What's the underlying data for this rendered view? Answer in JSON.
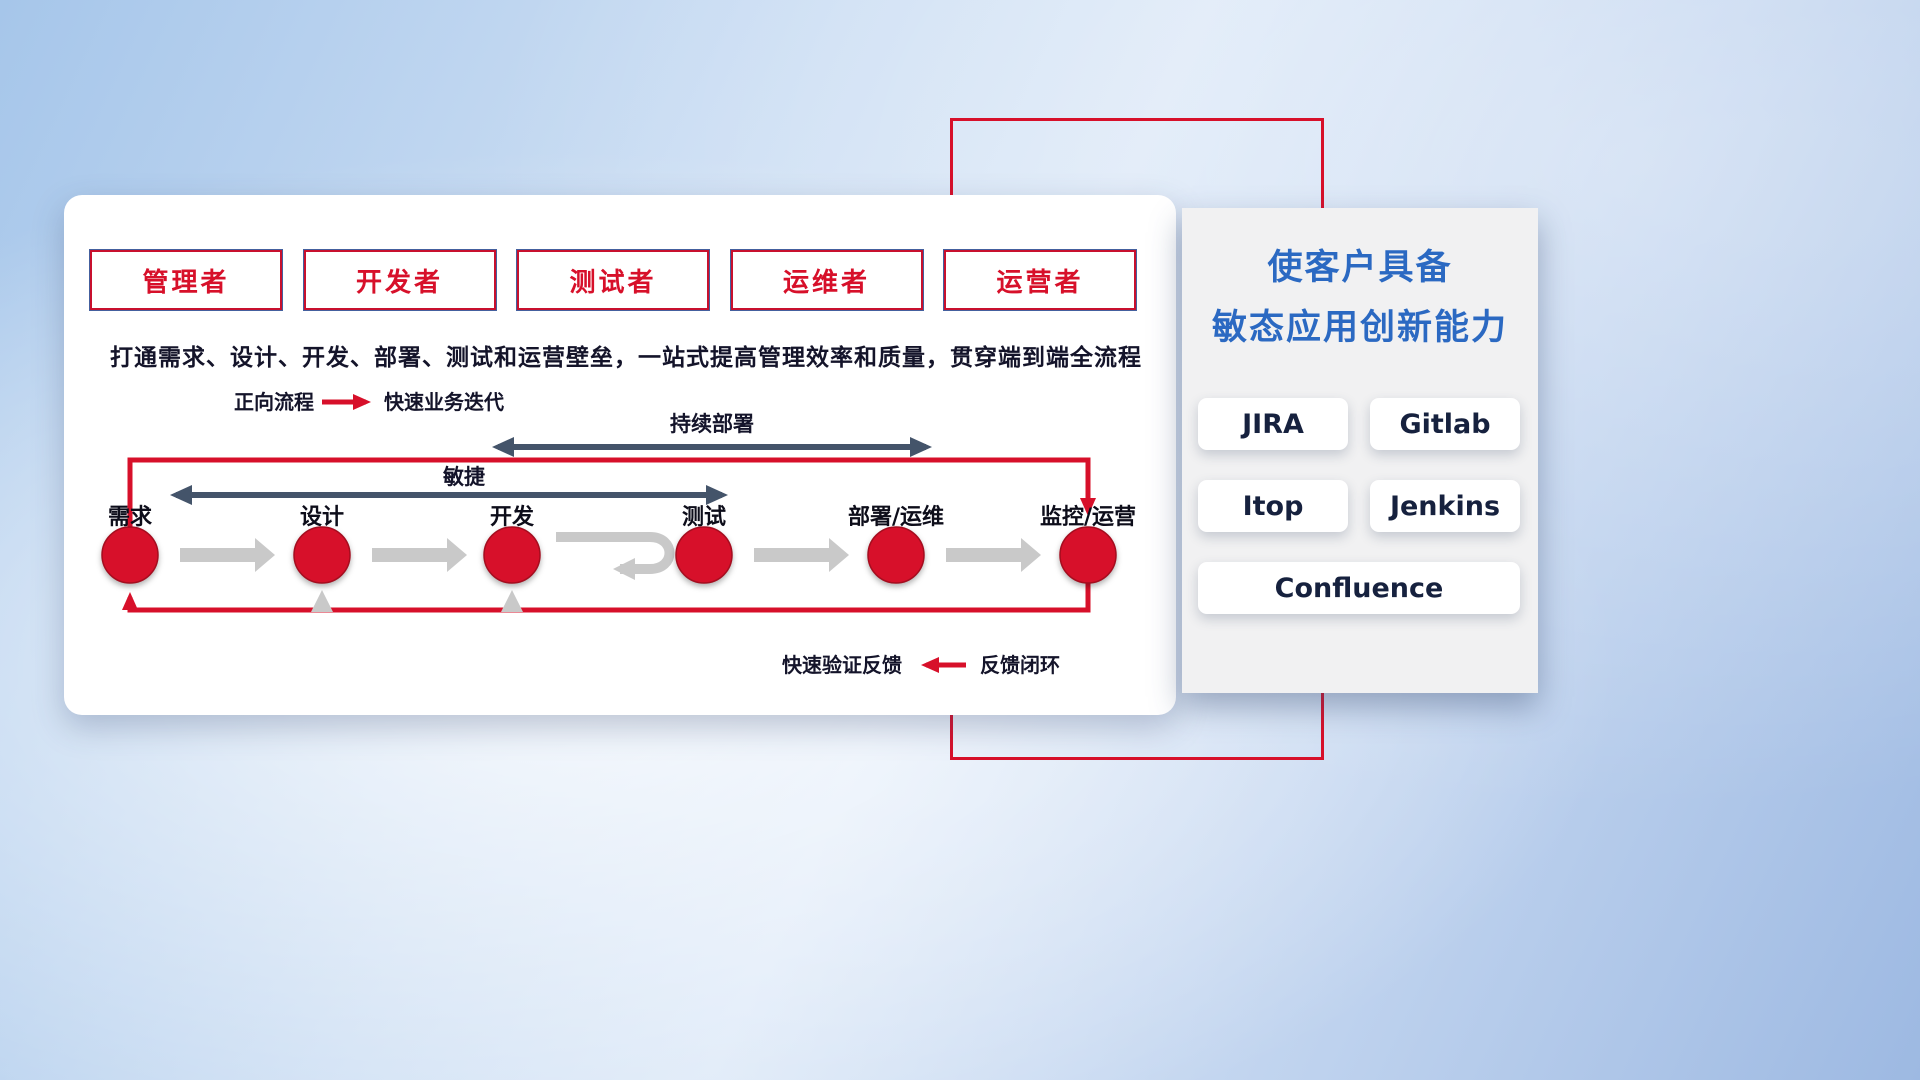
{
  "roles": [
    {
      "label": "管理者"
    },
    {
      "label": "开发者"
    },
    {
      "label": "测试者"
    },
    {
      "label": "运维者"
    },
    {
      "label": "运营者"
    }
  ],
  "description": "打通需求、设计、开发、部署、测试和运营壁垒，一站式提高管理效率和质量，贯穿端到端全流程",
  "legend": {
    "forward_label": "正向流程",
    "forward_value": "快速业务迭代"
  },
  "flow": {
    "continuous_deploy_label": "持续部署",
    "agile_label": "敏捷",
    "stages": [
      {
        "label": "需求"
      },
      {
        "label": "设计"
      },
      {
        "label": "开发"
      },
      {
        "label": "测试"
      },
      {
        "label": "部署/运维"
      },
      {
        "label": "监控/运营"
      }
    ],
    "feedback_value": "快速验证反馈",
    "feedback_label": "反馈闭环"
  },
  "panel": {
    "title_line1": "使客户具备",
    "title_line2": "敏态应用创新能力",
    "tools": [
      {
        "name": "JIRA"
      },
      {
        "name": "Gitlab"
      },
      {
        "name": "Itop"
      },
      {
        "name": "Jenkins"
      },
      {
        "name": "Confluence"
      }
    ]
  },
  "colors": {
    "red": "#d7102a",
    "title_blue": "#2b69c2",
    "dark_arrow": "#44546a",
    "gray_arrow": "#c9c9c9"
  }
}
